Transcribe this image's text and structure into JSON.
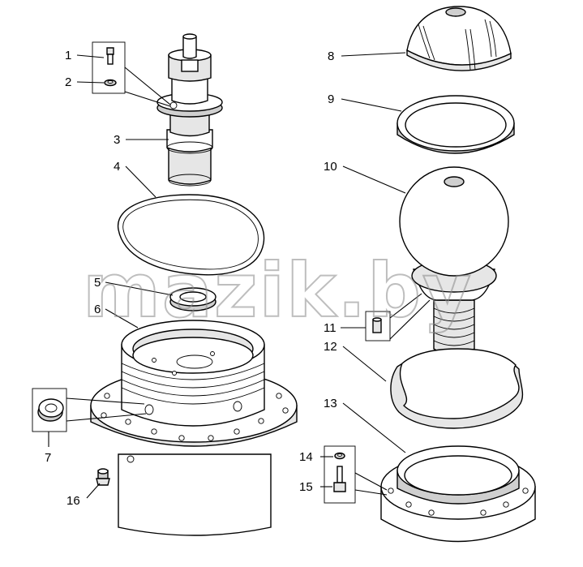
{
  "callouts": {
    "c1": "1",
    "c2": "2",
    "c3": "3",
    "c4": "4",
    "c5": "5",
    "c6": "6",
    "c7": "7",
    "c8": "8",
    "c9": "9",
    "c10": "10",
    "c11": "11",
    "c12": "12",
    "c13": "13",
    "c14": "14",
    "c15": "15",
    "c16": "16"
  },
  "watermark": "mazik.by"
}
